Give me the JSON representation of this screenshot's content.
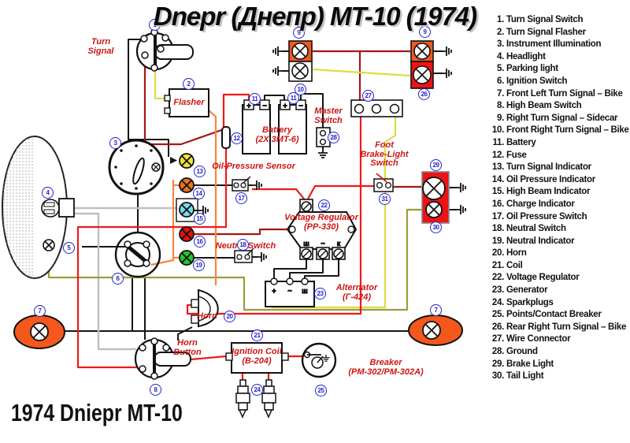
{
  "title": "Dnepr (Днепр) MT-10 (1974)",
  "footer": "1974 Dniepr MT-10",
  "legend": {
    "items": [
      {
        "n": "1.",
        "t": "Turn Signal Switch"
      },
      {
        "n": "2.",
        "t": "Turn Signal Flasher"
      },
      {
        "n": "3.",
        "t": "Instrument Illumination"
      },
      {
        "n": "4.",
        "t": "Headlight"
      },
      {
        "n": "5.",
        "t": "Parking light"
      },
      {
        "n": "6.",
        "t": "Ignition Switch"
      },
      {
        "n": "7.",
        "t": "Front Left Turn Signal – Bike"
      },
      {
        "n": "8.",
        "t": "High Beam Switch"
      },
      {
        "n": "9.",
        "t": "Right Turn Signal – Sidecar"
      },
      {
        "n": "10.",
        "t": "Front Right Turn Signal – Bike"
      },
      {
        "n": "11.",
        "t": "Battery"
      },
      {
        "n": "12.",
        "t": "Fuse"
      },
      {
        "n": "13.",
        "t": "Turn Signal Indicator"
      },
      {
        "n": "14.",
        "t": "Oil Pressure Indicator"
      },
      {
        "n": "15.",
        "t": "High Beam Indicator"
      },
      {
        "n": "16.",
        "t": "Charge Indicator"
      },
      {
        "n": "17.",
        "t": "Oil Pressure Switch"
      },
      {
        "n": "18.",
        "t": "Neutral Switch"
      },
      {
        "n": "19.",
        "t": "Neutral Indicator"
      },
      {
        "n": "20.",
        "t": "Horn"
      },
      {
        "n": "21.",
        "t": "Coil"
      },
      {
        "n": "22.",
        "t": "Voltage Regulator"
      },
      {
        "n": "23.",
        "t": "Generator"
      },
      {
        "n": "24.",
        "t": "Sparkplugs"
      },
      {
        "n": "25.",
        "t": "Points/Contact Breaker"
      },
      {
        "n": "26.",
        "t": "Rear Right Turn Signal – Bike"
      },
      {
        "n": "27.",
        "t": "Wire Connector"
      },
      {
        "n": "28.",
        "t": "Ground"
      },
      {
        "n": "29.",
        "t": "Brake Light"
      },
      {
        "n": "30.",
        "t": "Tail Light"
      }
    ]
  },
  "labels": {
    "l1": "1",
    "l2": "2",
    "l3": "3",
    "l4": "4",
    "l5": "5",
    "l6": "6",
    "l7": "7",
    "l8": "8",
    "l9": "9",
    "l10": "10",
    "l11": "11",
    "l12": "12",
    "l13": "13",
    "l14": "14",
    "l15": "15",
    "l16": "16",
    "l17": "17",
    "l18": "18",
    "l19": "19",
    "l20": "20",
    "l21": "21",
    "l22": "22",
    "l23": "23",
    "l24": "24",
    "l25": "25",
    "l26": "26",
    "l27": "27",
    "l28": "28",
    "l29": "29",
    "l30": "30",
    "l31": "31"
  },
  "components": {
    "turn_signal": "Turn\nSignal",
    "flasher": "Flasher",
    "oil_pressure_sensor": "Oil-Pressure Sensor",
    "master_switch": "Master\nSwitch",
    "battery": "Battery\n(2X 3MT-6)",
    "voltage_regulator": "Voltage Regulator\n(PP-330)",
    "alternator": "Alternator\n(Г-424)",
    "neutral_switch": "Neutral Switch",
    "foot_brake_switch": "Foot\nBrake-Light\nSwitch",
    "horn": "Horn",
    "horn_button": "Horn\nButton",
    "ignition_coil": "Ignition Coil\n(B-204)",
    "breaker": "Breaker\n(PM-302/PM-302A)"
  },
  "terminals": {
    "plus": "+",
    "minus": "−",
    "ac": "~",
    "sh": "ш",
    "k": "к"
  },
  "colors": {
    "badge_blue": "#2323CC",
    "label_red": "#CC1414",
    "fixture_orange": "#F4581C",
    "fixture_red": "#EE1313",
    "lamp_yellow": "#F2E23A",
    "lamp_orange": "#E8731F",
    "lamp_cyan": "#7ADBE8",
    "lamp_red": "#E01212",
    "lamp_green": "#27C427",
    "wire_darkred": "#A51616",
    "wire_red": "#F01818",
    "wire_orange": "#F5863C",
    "wire_yellow": "#DCDC46",
    "wire_olive": "#9C9C3A",
    "wire_gray": "#BFBFBF"
  }
}
